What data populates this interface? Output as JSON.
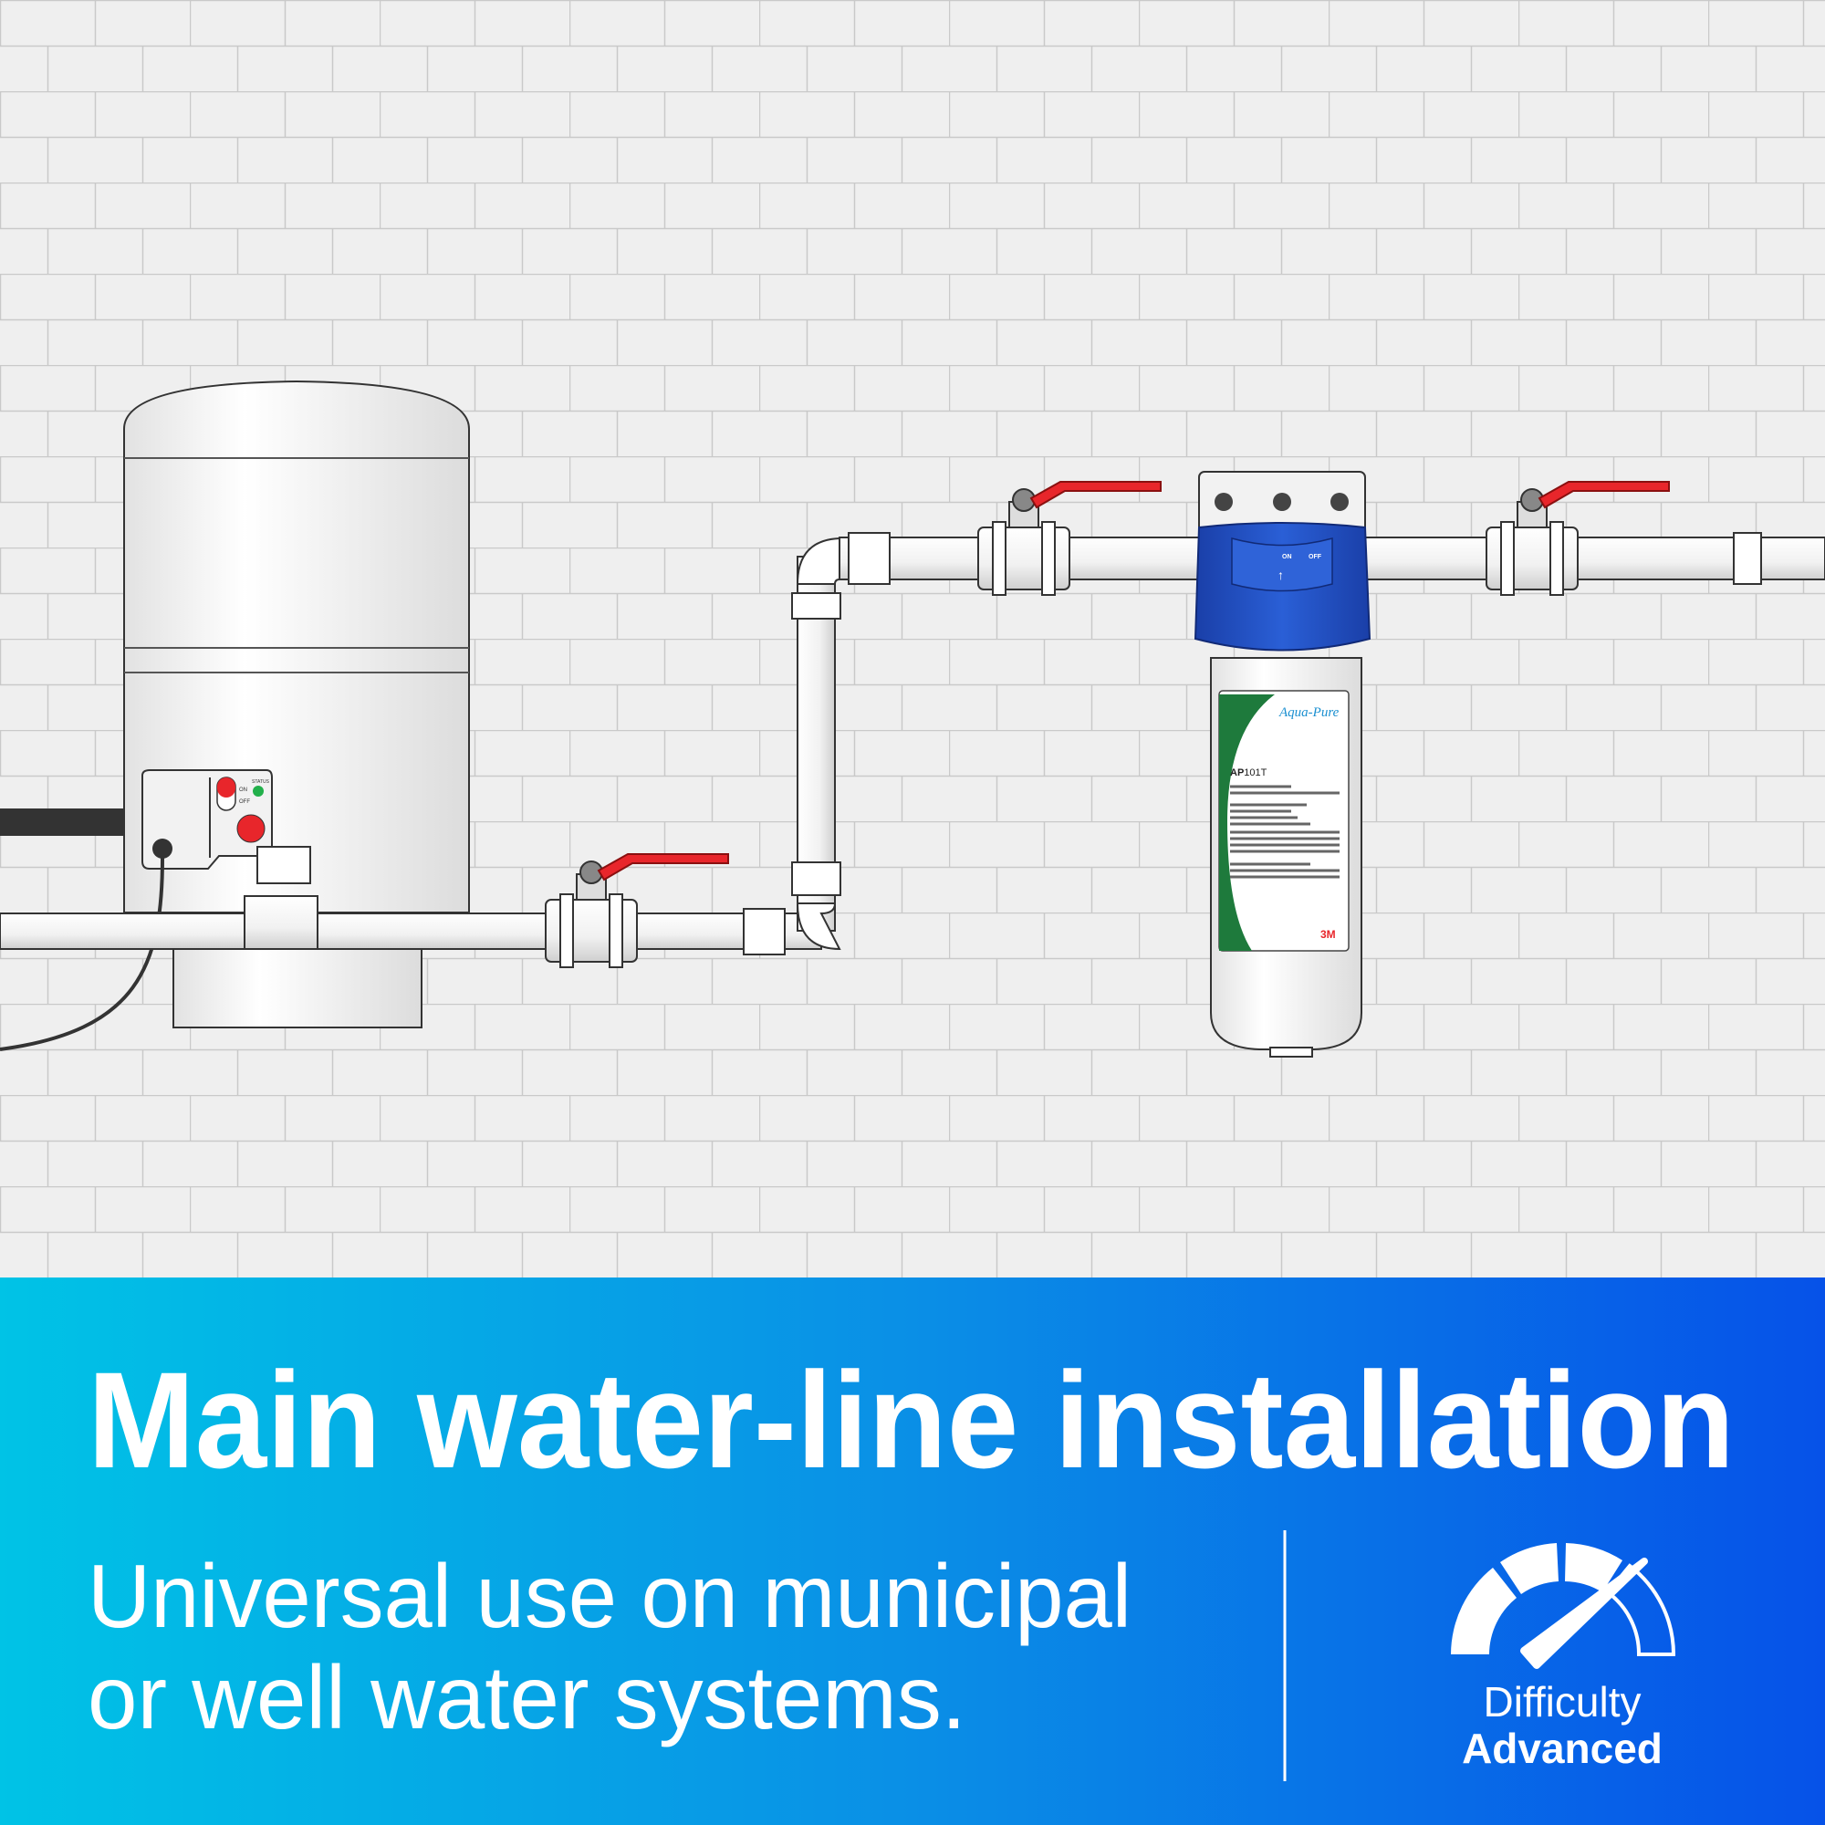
{
  "scene": {
    "filter": {
      "brand": "Aqua-Pure",
      "model_bold": "AP",
      "model_rest": "101T",
      "maker_logo": "3M",
      "valve_on": "ON",
      "valve_off": "OFF"
    },
    "pressure_switch": {
      "on": "ON",
      "off": "OFF",
      "status": "STATUS"
    },
    "colors": {
      "valve_handle": "#e8262b",
      "filter_cap": "#1f4fc0",
      "label_green": "#1e7a3c"
    }
  },
  "banner": {
    "title": "Main water-line installation",
    "subtitle_line1": "Universal use on municipal",
    "subtitle_line2": "or well water systems.",
    "difficulty_label": "Difficulty",
    "difficulty_value": "Advanced",
    "difficulty_icon": "gauge-icon",
    "gradient": [
      "#00c3e6",
      "#0652e8"
    ]
  }
}
